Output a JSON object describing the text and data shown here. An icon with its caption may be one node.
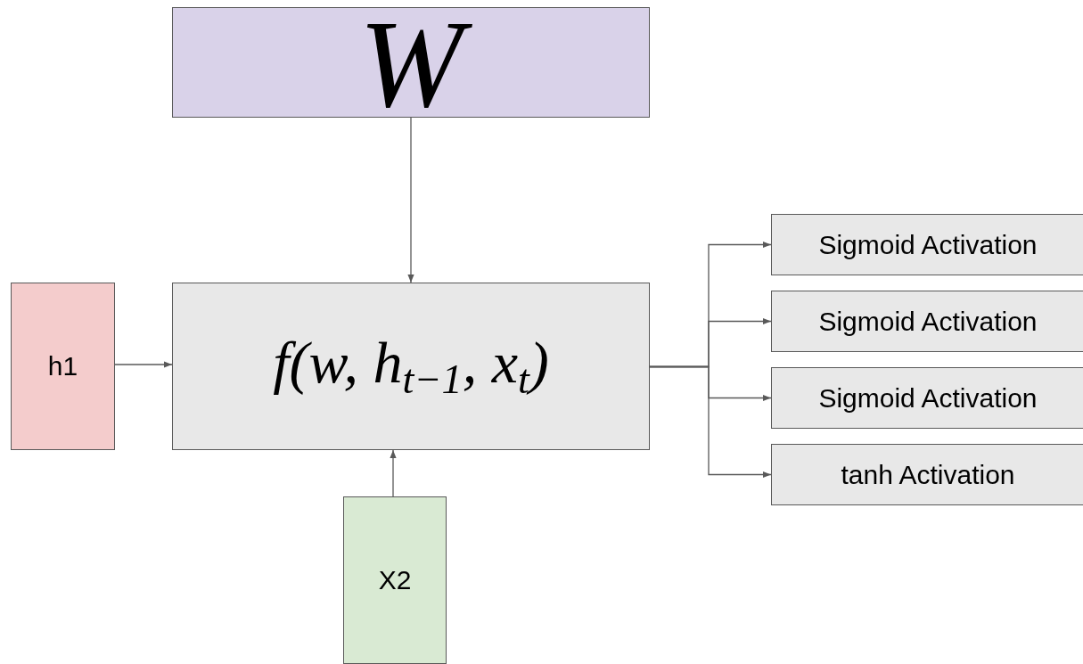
{
  "diagram": {
    "nodes": [
      {
        "text": [
          "W"
        ]
      },
      {
        "text": [
          "h1"
        ]
      },
      {
        "text": [
          "f(w, h$_{t−1}$, x$_{t}$)"
        ]
      },
      {
        "text": [
          "X2"
        ]
      },
      {
        "text": [
          "Sigmoid Activation"
        ]
      },
      {
        "text": [
          "Sigmoid Activation"
        ]
      },
      {
        "text": [
          "Sigmoid Activation"
        ]
      },
      {
        "text": [
          "tanh Activation"
        ]
      }
    ],
    "edges": [
      {
        "from": 0,
        "to": 2,
        "arrow": "to"
      },
      {
        "from": 1,
        "to": 2,
        "arrow": "to"
      },
      {
        "from": 3,
        "to": 2,
        "arrow": "to"
      },
      {
        "from": 2,
        "to": 4,
        "arrow": "to"
      },
      {
        "from": 2,
        "to": 5,
        "arrow": "to"
      },
      {
        "from": 2,
        "to": 6,
        "arrow": "to"
      },
      {
        "from": 2,
        "to": 7,
        "arrow": "to"
      }
    ]
  }
}
